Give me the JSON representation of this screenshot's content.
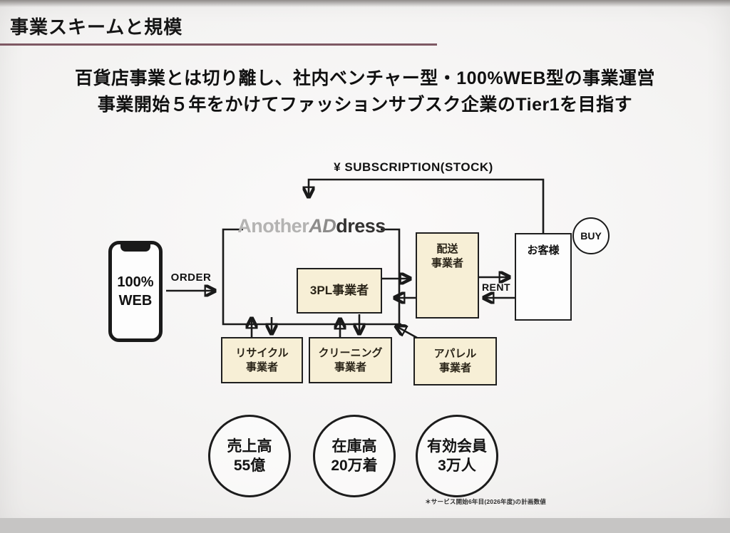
{
  "title": {
    "text": "事業スキームと規模"
  },
  "heading": {
    "line1": "百貨店事業とは切り離し、社内ベンチャー型・100%WEB型の事業運営",
    "line2": "事業開始５年をかけてファッションサブスク企業のTier1を目指す"
  },
  "diagram": {
    "logo": {
      "part1": "Another",
      "part2": "AD",
      "part3": "dress"
    },
    "phone": {
      "line1": "100%",
      "line2": "WEB"
    },
    "labels": {
      "order": "ORDER",
      "subscription": "¥ SUBSCRIPTION(STOCK)",
      "rent": "RENT",
      "buy": "BUY"
    },
    "nodes": {
      "threepl": {
        "label": "3PL事業者"
      },
      "delivery": {
        "line1": "配送",
        "line2": "事業者"
      },
      "customer": {
        "label": "お客様"
      },
      "recycle": {
        "line1": "リサイクル",
        "line2": "事業者"
      },
      "cleaning": {
        "line1": "クリーニング",
        "line2": "事業者"
      },
      "apparel": {
        "line1": "アパレル",
        "line2": "事業者"
      }
    }
  },
  "metrics": [
    {
      "line1": "売上高",
      "line2": "55億"
    },
    {
      "line1": "在庫高",
      "line2": "20万着"
    },
    {
      "line1": "有効会員",
      "line2": "3万人"
    }
  ],
  "footnote": "＊サービス開始6年目(2026年度)の計画数値",
  "colors": {
    "accent_underline": "#7e5863",
    "box_fill": "#f7efd6",
    "line": "#1a1a1a"
  }
}
